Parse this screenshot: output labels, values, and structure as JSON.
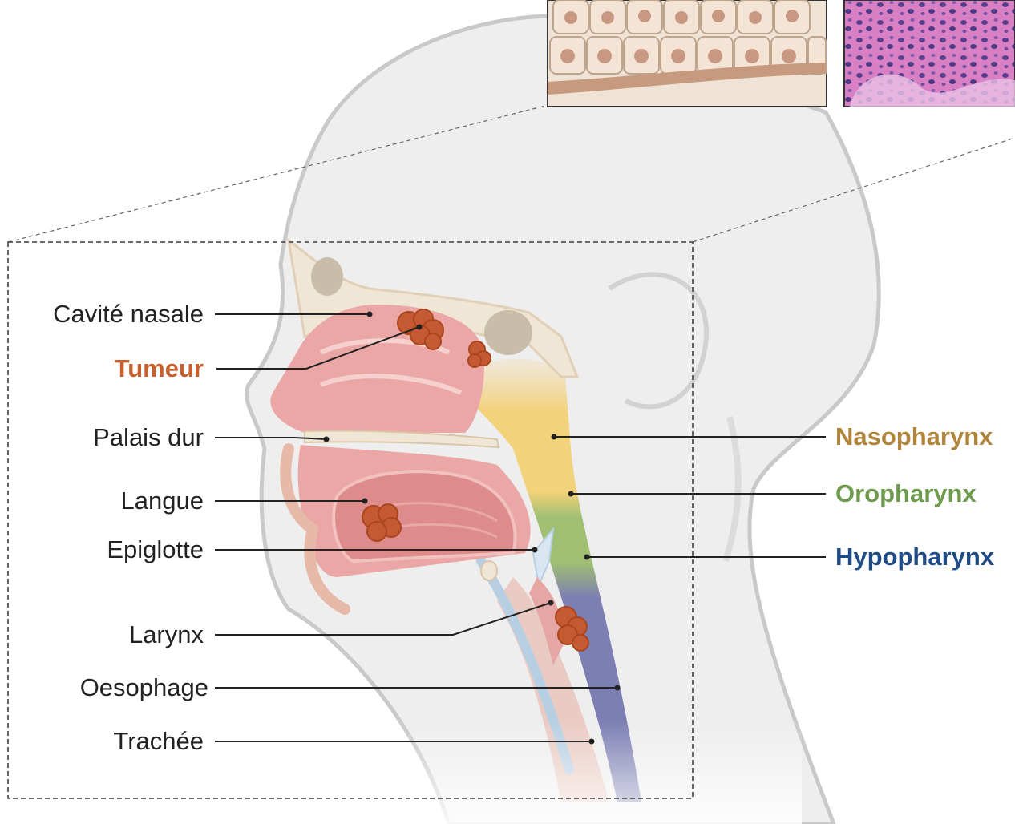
{
  "labels_left": [
    {
      "id": "cavite-nasale",
      "text": "Cavité nasale",
      "color": "#222222",
      "bold": false
    },
    {
      "id": "tumeur",
      "text": "Tumeur",
      "color": "#c8602e",
      "bold": true
    },
    {
      "id": "palais-dur",
      "text": "Palais dur",
      "color": "#222222",
      "bold": false
    },
    {
      "id": "langue",
      "text": "Langue",
      "color": "#222222",
      "bold": false
    },
    {
      "id": "epiglotte",
      "text": "Epiglotte",
      "color": "#222222",
      "bold": false
    },
    {
      "id": "larynx",
      "text": "Larynx",
      "color": "#222222",
      "bold": false
    },
    {
      "id": "oesophage",
      "text": "Oesophage",
      "color": "#222222",
      "bold": false
    },
    {
      "id": "trachee",
      "text": "Trachée",
      "color": "#222222",
      "bold": false
    }
  ],
  "labels_right": [
    {
      "id": "nasopharynx",
      "text": "Nasopharynx",
      "color": "#b0843a",
      "bold": true
    },
    {
      "id": "oropharynx",
      "text": "Oropharynx",
      "color": "#6e9a4e",
      "bold": true
    },
    {
      "id": "hypopharynx",
      "text": "Hypopharynx",
      "color": "#1f4b86",
      "bold": true
    }
  ],
  "colors": {
    "nasopharynx_region": "#f2d27a",
    "oropharynx_region": "#9fbf72",
    "hypopharynx_region": "#7d7fb3",
    "tumor": "#c55a32",
    "mucosa": "#eaa7a5",
    "bone": "#efe6d6",
    "head_fill": "#eeeeee"
  }
}
